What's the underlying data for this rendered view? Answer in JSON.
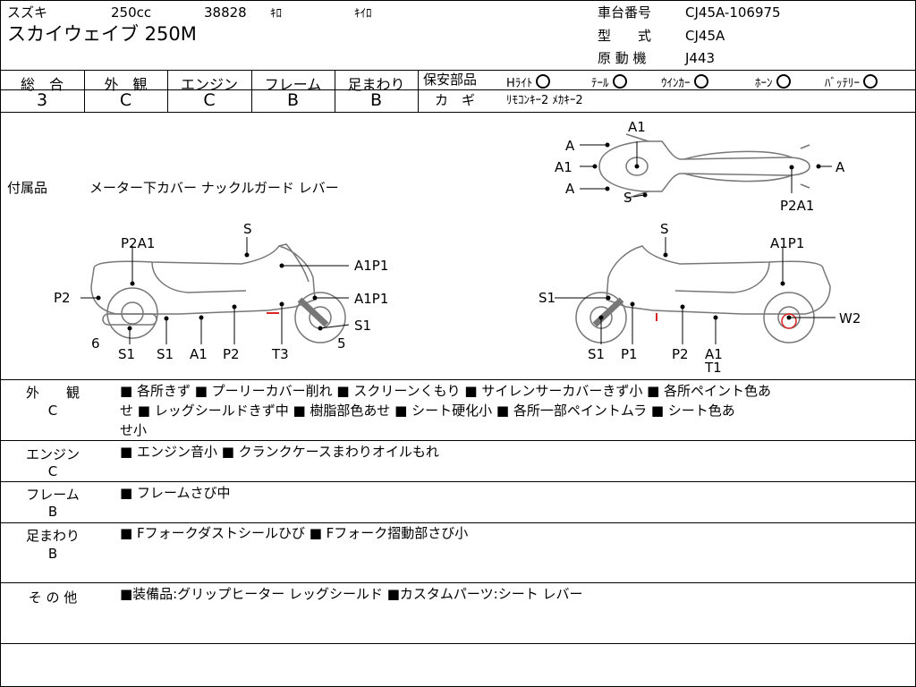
{
  "header": {
    "maker": "スズキ",
    "displacement": "250cc",
    "mileage_value": "38828",
    "mileage_unit": "ｷﾛ",
    "mileage_unit2": "ｷｲﾛ",
    "model_name": "スカイウェイブ 250M",
    "frame_no_label": "車台番号",
    "frame_no_value": "CJ45A-106975",
    "type_label": "型　　式",
    "type_value": "CJ45A",
    "engine_label": "原 動 機",
    "engine_value": "J443"
  },
  "grades": {
    "overall_label": "総　合",
    "overall_value": "3",
    "exterior_label": "外　観",
    "exterior_value": "C",
    "engine_label": "エンジン",
    "engine_value": "C",
    "frame_label": "フレーム",
    "frame_value": "B",
    "suspension_label": "足まわり",
    "suspension_value": "B"
  },
  "safety": {
    "label": "保安部品",
    "items": [
      "Hﾗｲﾄ",
      "ﾃｰﾙ",
      "ｳｲﾝｶｰ",
      "ﾎｰﾝ",
      "ﾊﾞｯﾃﾘｰ"
    ],
    "key_label": "カ　ギ",
    "key_value": "ﾘﾓｺﾝｷｰ2 ﾒｶｷｰ2"
  },
  "accessories": {
    "label": "付属品",
    "value": "メーター下カバー ナックルガード レバー"
  },
  "diagram_labels": {
    "top": [
      "A1",
      "A",
      "A1",
      "A",
      "S",
      "A",
      "P2A1"
    ],
    "left": [
      "S",
      "P2A1",
      "A1P1",
      "P2",
      "A1P1",
      "S1",
      "6",
      "S1",
      "S1",
      "A1",
      "P2",
      "T3",
      "5"
    ],
    "right": [
      "S",
      "A1P1",
      "S1",
      "W2",
      "S1",
      "P1",
      "P2",
      "A1",
      "T1"
    ]
  },
  "sections": [
    {
      "label": "外　　観",
      "grade": "C",
      "notes": [
        "■ 各所きず ■ プーリーカバー削れ ■ スクリーンくもり ■ サイレンサーカバーきず小 ■ 各所ペイント色あ",
        "せ ■ レッグシールドきず中 ■ 樹脂部色あせ ■ シート硬化小 ■ 各所一部ペイントムラ ■ シート色あ",
        "せ小"
      ]
    },
    {
      "label": "エンジン",
      "grade": "C",
      "notes": [
        "■ エンジン音小 ■ クランクケースまわりオイルもれ"
      ]
    },
    {
      "label": "フレーム",
      "grade": "B",
      "notes": [
        "■ フレームさび中"
      ]
    },
    {
      "label": "足まわり",
      "grade": "B",
      "notes": [
        "■ Fフォークダストシールひび ■ Fフォーク摺動部さび小"
      ]
    },
    {
      "label": "そ の 他",
      "grade": "",
      "notes": [
        "■装備品:グリップヒーター レッグシールド ■カスタムパーツ:シート レバー"
      ]
    }
  ]
}
